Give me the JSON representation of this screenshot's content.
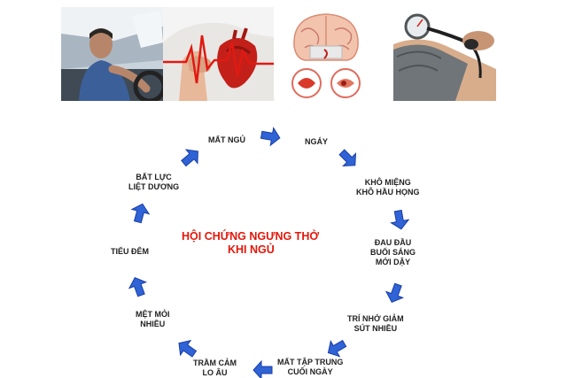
{
  "colors": {
    "arrow": "#2f63d6",
    "arrow_dark": "#1a3fa4",
    "title": "#e3170a",
    "label": "#222222"
  },
  "center_title": [
    "HỘI CHỨNG NGƯNG THỞ",
    "KHI NGỦ"
  ],
  "cycle": [
    {
      "id": "mat-ngu",
      "lines": [
        "MẤT NGỦ"
      ]
    },
    {
      "id": "ngay",
      "lines": [
        "NGÁY"
      ]
    },
    {
      "id": "kho-mieng",
      "lines": [
        "KHÔ MIỆNG",
        "KHÔ HẦU HỌNG"
      ]
    },
    {
      "id": "dau-dau",
      "lines": [
        "ĐAU ĐẦU",
        "BUỔI SÁNG",
        "MỚI DẬY"
      ]
    },
    {
      "id": "tri-nho",
      "lines": [
        "TRÍ NHỚ GIẢM",
        "SÚT NHIỀU"
      ]
    },
    {
      "id": "mat-tap-trung",
      "lines": [
        "MẤT TẬP TRUNG",
        "CUỐI NGÀY"
      ]
    },
    {
      "id": "tram-cam",
      "lines": [
        "TRẦM CẢM",
        "LO ÂU"
      ]
    },
    {
      "id": "met-moi",
      "lines": [
        "MỆT MỎI",
        "NHIỀU"
      ]
    },
    {
      "id": "tieu-dem",
      "lines": [
        "TIỂU ĐÊM"
      ]
    },
    {
      "id": "bat-luc",
      "lines": [
        "BẤT LỰC",
        "LIỆT DƯƠNG"
      ]
    }
  ],
  "photos": [
    {
      "id": "driver",
      "icon": "drowsy-driver-photo"
    },
    {
      "id": "heart",
      "icon": "heart-ecg-photo"
    },
    {
      "id": "brain",
      "icon": "brain-stroke-photo"
    },
    {
      "id": "bp",
      "icon": "blood-pressure-cuff-photo"
    }
  ]
}
